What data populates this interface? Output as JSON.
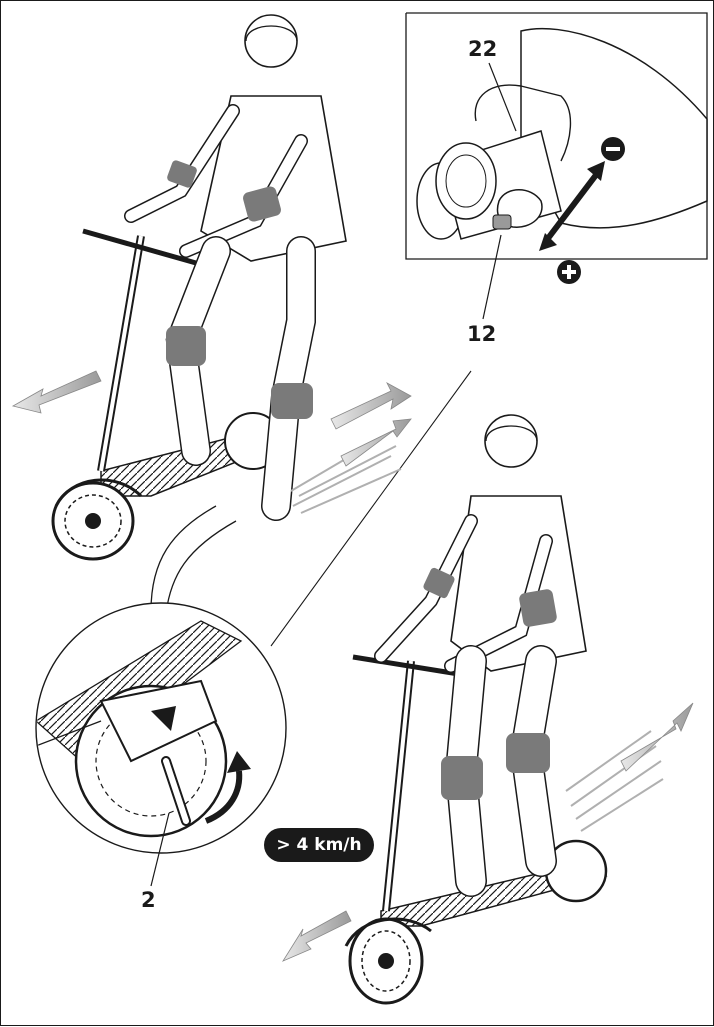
{
  "callouts": {
    "throttle_part": "22",
    "brake_lever_part": "12",
    "kickstand_part": "2"
  },
  "speed_badge": "> 4 km/h",
  "inset_symbols": {
    "decrease": "minus-circle-icon",
    "increase": "plus-circle-icon"
  },
  "colors": {
    "line": "#1a1a1a",
    "pad_fill": "#7a7a7a",
    "motion_arrow": "#b0b0b0"
  }
}
